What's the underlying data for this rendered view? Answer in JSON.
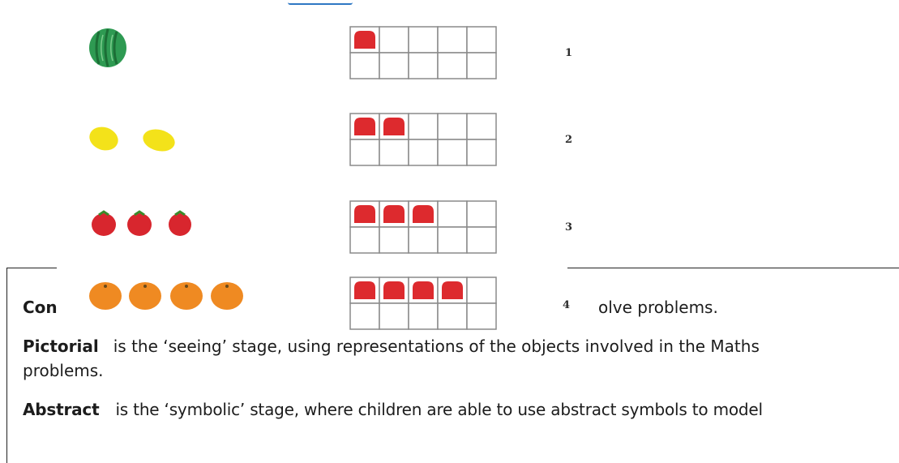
{
  "rows": [
    {
      "fruit": "watermelon",
      "count": 1,
      "label": "1",
      "color": "#2e9a52"
    },
    {
      "fruit": "lemon",
      "count": 2,
      "label": "2",
      "color": "#f3e21a"
    },
    {
      "fruit": "strawberry",
      "count": 3,
      "label": "3",
      "color": "#d8262e"
    },
    {
      "fruit": "orange",
      "count": 4,
      "label": "4",
      "color": "#ef8a22"
    }
  ],
  "ten_frame": {
    "columns": 5,
    "rows": 2,
    "counter_color": "#dd2a2e",
    "grid_color": "#8a8a8a"
  },
  "text": {
    "concrete_visible_start": "Con",
    "concrete_visible_end": "olve problems.",
    "pictorial_term": "Pictorial",
    "pictorial_text": "is the ‘seeing’ stage, using representations of the objects involved in the Maths",
    "pictorial_text_2": "problems.",
    "abstract_term": "Abstract",
    "abstract_text": "is the ‘symbolic’ stage, where children are able to use abstract  symbols to model"
  }
}
